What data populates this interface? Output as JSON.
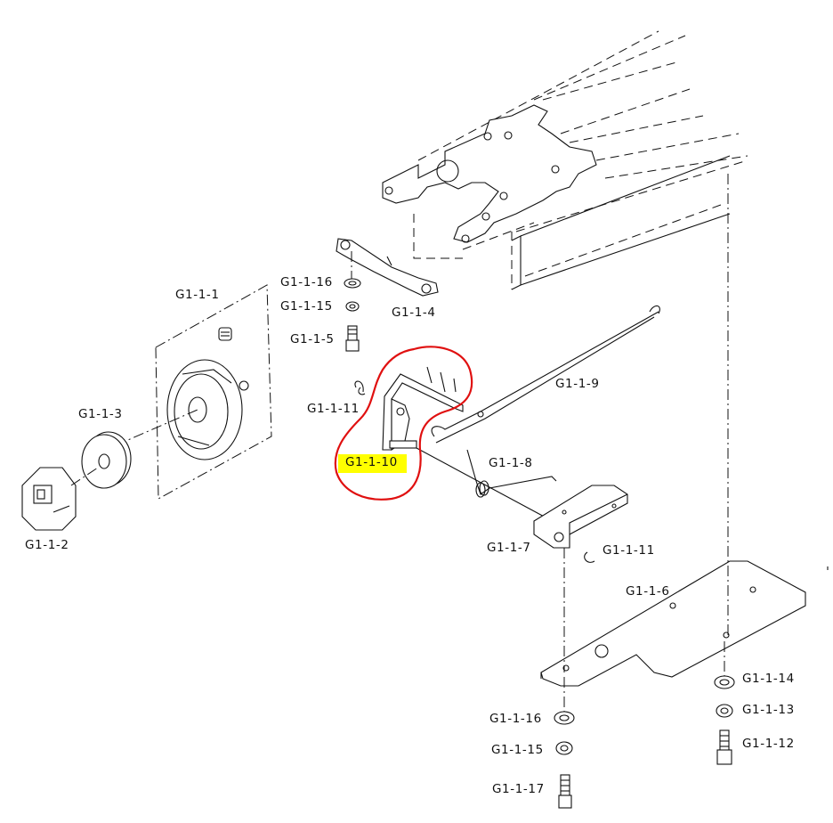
{
  "labels": {
    "g1_1_1": "G1-1-1",
    "g1_1_2": "G1-1-2",
    "g1_1_3": "G1-1-3",
    "g1_1_4": "G1-1-4",
    "g1_1_5": "G1-1-5",
    "g1_1_6": "G1-1-6",
    "g1_1_7": "G1-1-7",
    "g1_1_8": "G1-1-8",
    "g1_1_9": "G1-1-9",
    "g1_1_10": "G1-1-10",
    "g1_1_11_top": "G1-1-11",
    "g1_1_11_right": "G1-1-11",
    "g1_1_12": "G1-1-12",
    "g1_1_13": "G1-1-13",
    "g1_1_14": "G1-1-14",
    "g1_1_15_top": "G1-1-15",
    "g1_1_15_bottom": "G1-1-15",
    "g1_1_16_top": "G1-1-16",
    "g1_1_16_bottom": "G1-1-16",
    "g1_1_17": "G1-1-17"
  },
  "colors": {
    "line": "#111111",
    "highlight_circle": "#e01010",
    "highlight_fill": "#ffff00",
    "background": "#ffffff"
  },
  "highlighted_part": "G1-1-10"
}
